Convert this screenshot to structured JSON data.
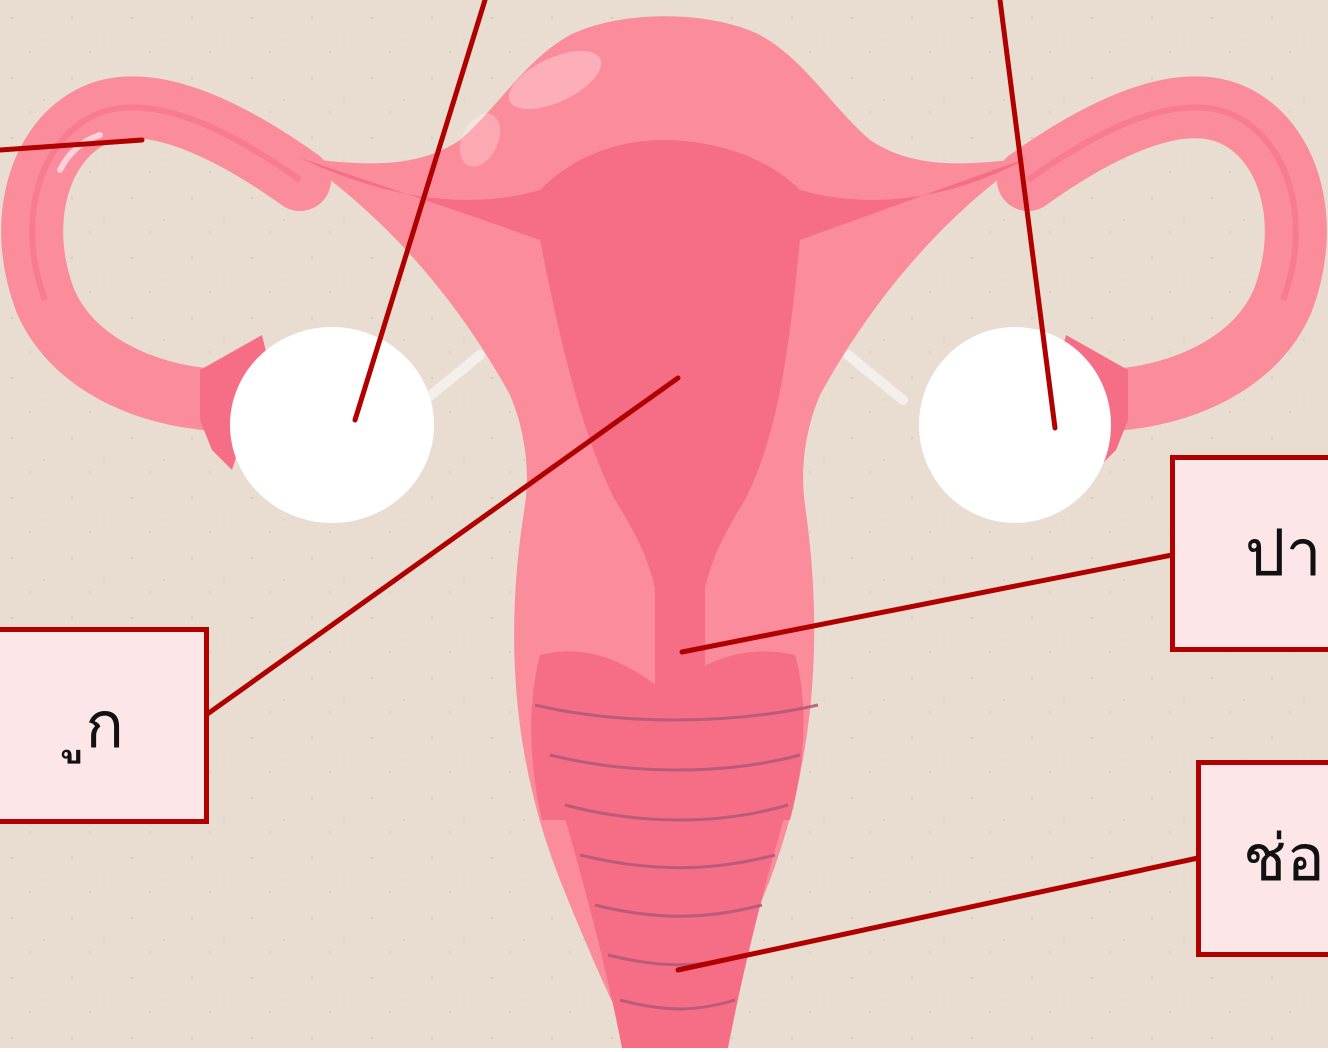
{
  "diagram": {
    "labels": {
      "uterus": "ูก",
      "cervix": "ปา",
      "vagina": "ช่อ"
    },
    "colors": {
      "background": "#E8DDD0",
      "organ": "#FB8C9B",
      "organ_dark": "#F56E85",
      "ovary": "#FFFFFF",
      "leader_line": "#B00000",
      "label_fill": "#FDE6E8",
      "ridge": "#B0587A"
    }
  }
}
